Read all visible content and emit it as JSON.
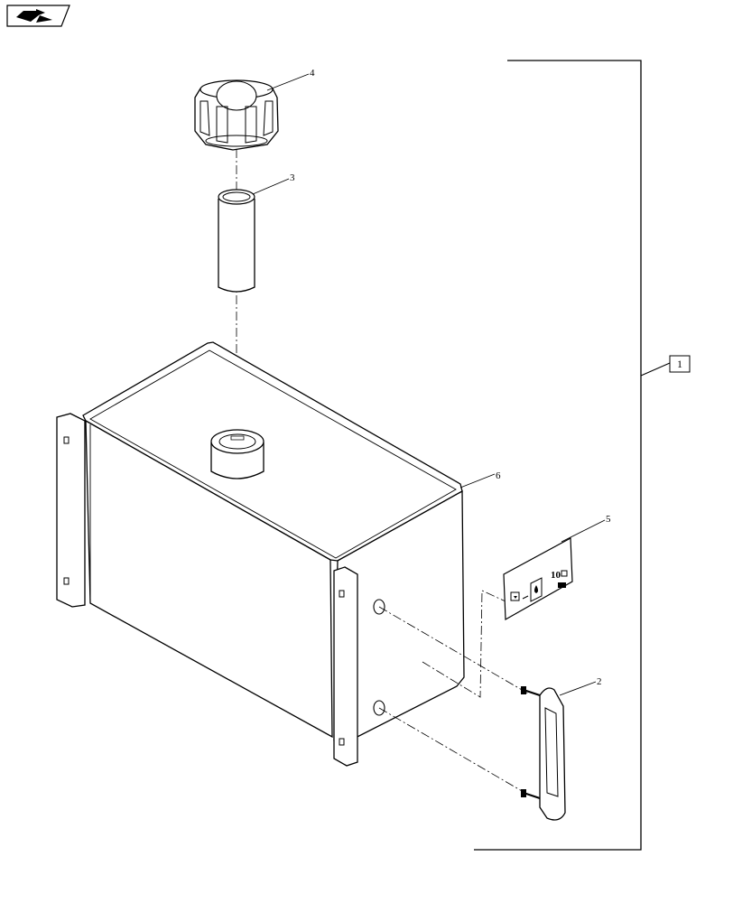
{
  "nav": {
    "icon": "book-arrow-icon"
  },
  "parts": [
    {
      "id": "2",
      "label": "2"
    },
    {
      "id": "3",
      "label": "3"
    },
    {
      "id": "4",
      "label": "4"
    },
    {
      "id": "5",
      "label": "5"
    },
    {
      "id": "6",
      "label": "6"
    }
  ],
  "assembly": {
    "label": "1"
  },
  "decal": {
    "text": "10"
  }
}
